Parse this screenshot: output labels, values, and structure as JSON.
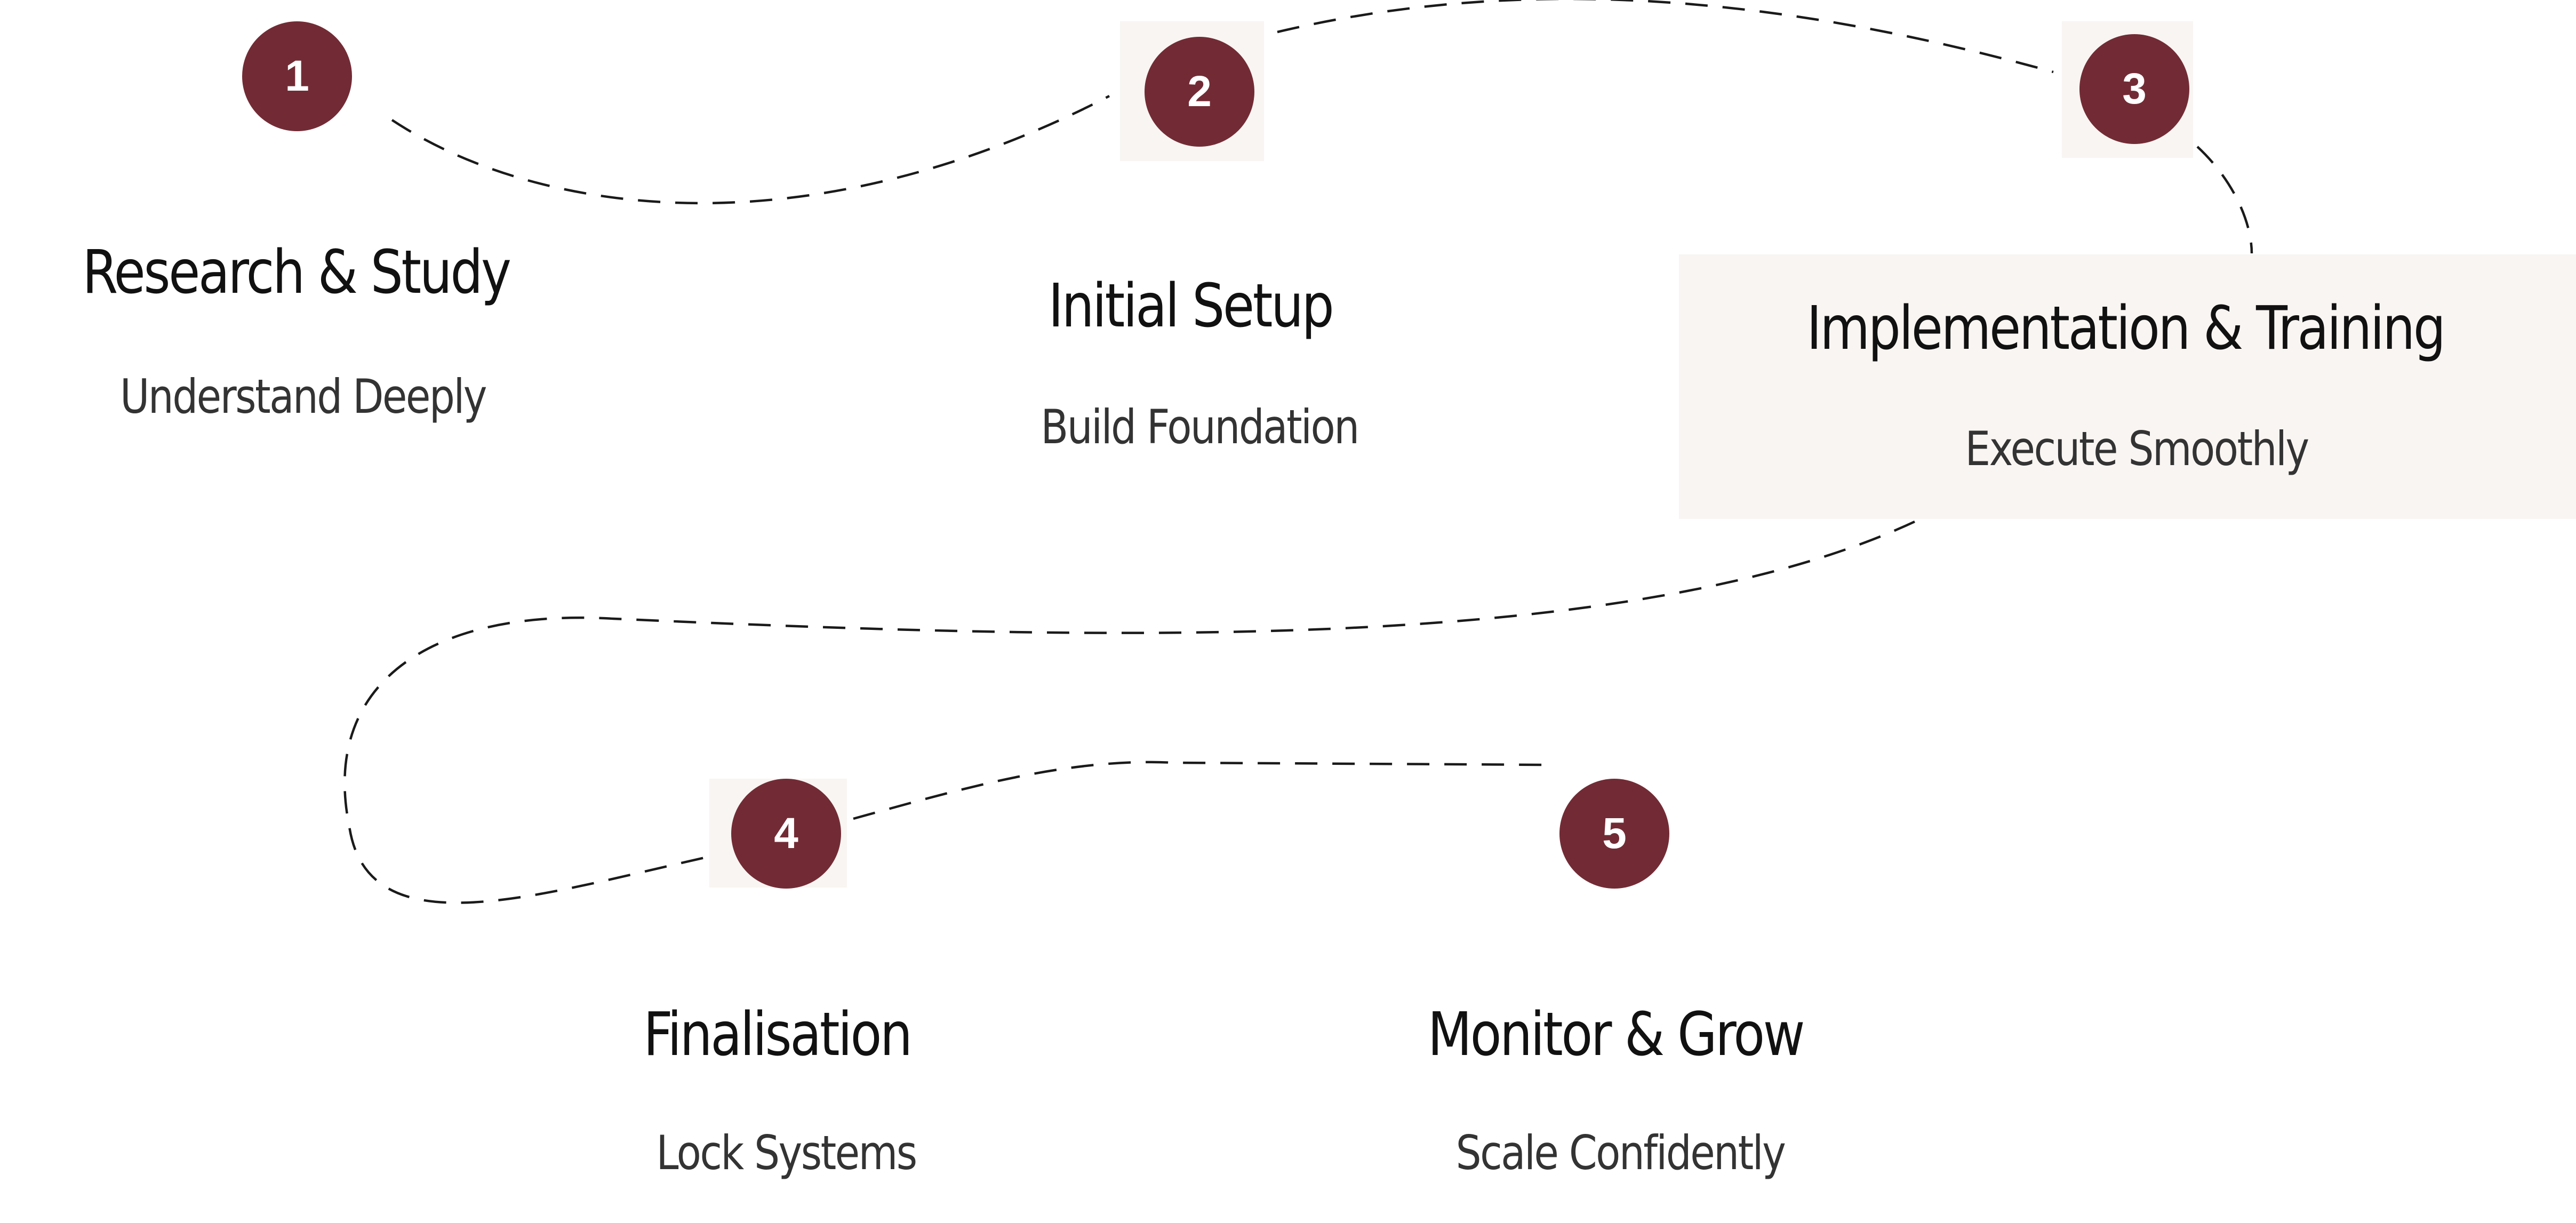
{
  "theme": {
    "accent": "#722b35",
    "circle_text": "#ffffff",
    "title_color": "#111111",
    "subtitle_color": "#333333",
    "highlight": "#f8f5f2",
    "line_color": "#1a1a1a"
  },
  "steps": [
    {
      "number": "1",
      "title": "Research & Study",
      "subtitle": "Understand Deeply"
    },
    {
      "number": "2",
      "title": "Initial Setup",
      "subtitle": "Build Foundation"
    },
    {
      "number": "3",
      "title": "Implementation & Training",
      "subtitle": "Execute Smoothly"
    },
    {
      "number": "4",
      "title": "Finalisation",
      "subtitle": "Lock Systems"
    },
    {
      "number": "5",
      "title": "Monitor & Grow",
      "subtitle": "Scale Confidently"
    }
  ]
}
